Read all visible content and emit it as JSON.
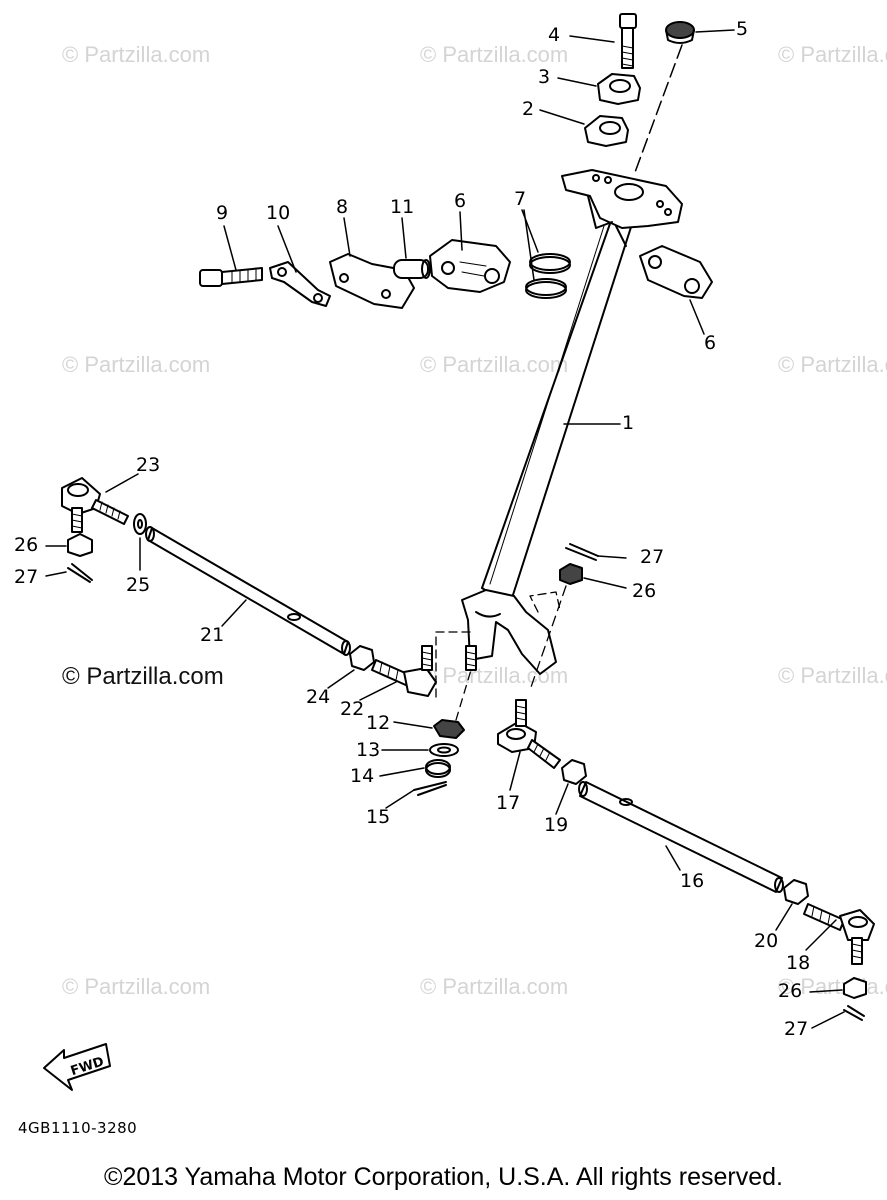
{
  "watermark_text": "© Partzilla.com",
  "watermark_main": "© Partzilla.com",
  "drawing_code": "4GB1110-3280",
  "fwd_label": "FWD",
  "copyright": "©2013 Yamaha Motor Corporation, U.S.A. All rights reserved.",
  "callouts": {
    "c1": "1",
    "c2": "2",
    "c3": "3",
    "c4": "4",
    "c5": "5",
    "c6a": "6",
    "c6b": "6",
    "c7": "7",
    "c8": "8",
    "c9": "9",
    "c10": "10",
    "c11": "11",
    "c12": "12",
    "c13": "13",
    "c14": "14",
    "c15": "15",
    "c16": "16",
    "c17": "17",
    "c18": "18",
    "c19": "19",
    "c20": "20",
    "c21": "21",
    "c22": "22",
    "c23": "23",
    "c24": "24",
    "c25": "25",
    "c26a": "26",
    "c26b": "26",
    "c26c": "26",
    "c27a": "27",
    "c27b": "27",
    "c27c": "27"
  }
}
